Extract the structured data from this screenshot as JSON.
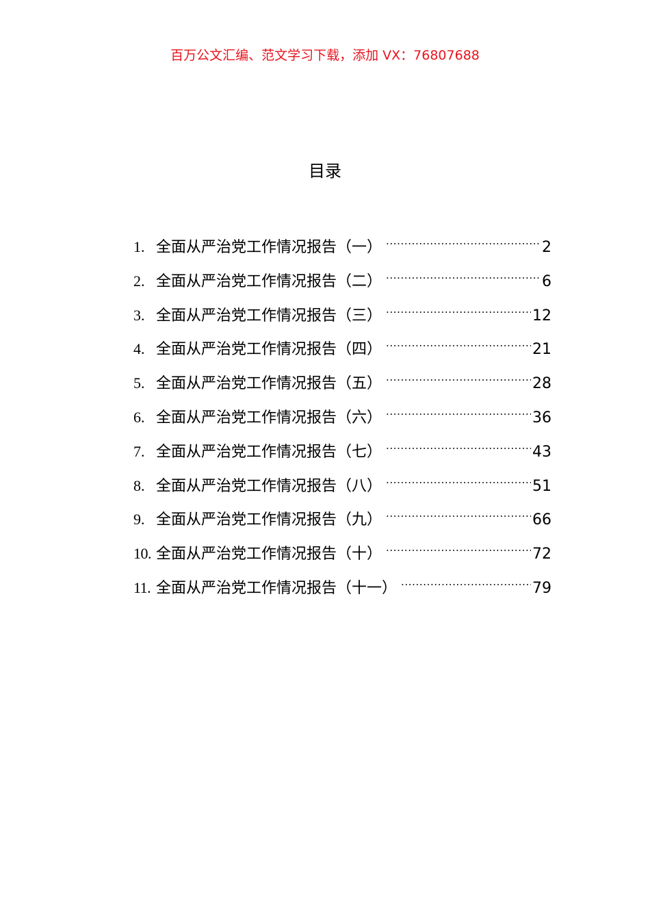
{
  "header": {
    "banner_text": "百万公文汇编、范文学习下载，添加 VX：76807688",
    "banner_color": "#e8141d"
  },
  "toc": {
    "title": "目录",
    "entries": [
      {
        "number": "1.",
        "title": "全面从严治党工作情况报告（一）",
        "page": "2"
      },
      {
        "number": "2.",
        "title": "全面从严治党工作情况报告（二）",
        "page": "6"
      },
      {
        "number": "3.",
        "title": "全面从严治党工作情况报告（三）",
        "page": "12"
      },
      {
        "number": "4.",
        "title": "全面从严治党工作情况报告（四）",
        "page": "21"
      },
      {
        "number": "5.",
        "title": "全面从严治党工作情况报告（五）",
        "page": "28"
      },
      {
        "number": "6.",
        "title": "全面从严治党工作情况报告（六）",
        "page": "36"
      },
      {
        "number": "7.",
        "title": "全面从严治党工作情况报告（七）",
        "page": "43"
      },
      {
        "number": "8.",
        "title": "全面从严治党工作情况报告（八）",
        "page": "51"
      },
      {
        "number": "9.",
        "title": "全面从严治党工作情况报告（九）",
        "page": "66"
      },
      {
        "number": "10.",
        "title": "全面从严治党工作情况报告（十）",
        "page": "72"
      },
      {
        "number": "11.",
        "title": "全面从严治党工作情况报告（十一）",
        "page": "79"
      }
    ]
  }
}
